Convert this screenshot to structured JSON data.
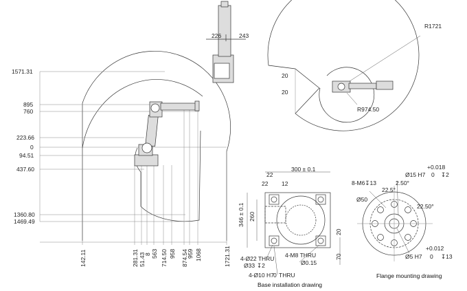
{
  "left_view": {
    "y_dims": [
      "1571.31",
      "895",
      "760",
      "223.66",
      "0",
      "94.51",
      "437.60",
      "1360.80",
      "1469.49"
    ],
    "x_dims": [
      "142.11",
      "281.31",
      "51.43",
      "8",
      "563",
      "714.50",
      "958",
      "874.54",
      "959",
      "1068",
      "1721.31"
    ]
  },
  "top_view": {
    "dims": [
      "226",
      "243"
    ]
  },
  "reach_view": {
    "outer_radius": "R1721",
    "inner_radius": "R974.50",
    "angle_upper": "20",
    "angle_lower": "20"
  },
  "base_view": {
    "dims": [
      "300 ± 0.1",
      "22",
      "22",
      "12",
      "346 ± 0.1",
      "260",
      "70",
      "20"
    ],
    "callouts": [
      "4-M8 THRU",
      "Ø0.15",
      "4-Ø22 THRU",
      "Ø33",
      "↧2",
      "4-Ø10 H7",
      "0",
      "THRU"
    ],
    "caption": "Base installation drawing"
  },
  "flange_view": {
    "callouts": [
      "+0.018",
      "8-M6↧13",
      "Ø15 H7",
      "0",
      "↧2",
      "22.5°",
      "2.50°",
      "Ø50",
      "22.50°",
      "+0.012",
      "Ø5 H7",
      "0",
      "↧13"
    ],
    "caption": "Flange mounting drawing"
  }
}
